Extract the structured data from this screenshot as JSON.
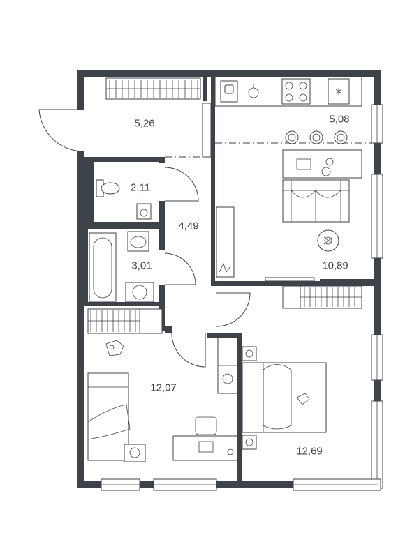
{
  "rooms": [
    {
      "id": "hall",
      "area": "5,26"
    },
    {
      "id": "wc",
      "area": "2,11"
    },
    {
      "id": "corridor",
      "area": "4,49"
    },
    {
      "id": "bathroom",
      "area": "3,01"
    },
    {
      "id": "kitchen-zone",
      "area": "5,08"
    },
    {
      "id": "living",
      "area": "10,89"
    },
    {
      "id": "bedroom-left",
      "area": "12,07"
    },
    {
      "id": "bedroom-right",
      "area": "12,69"
    }
  ],
  "colors": {
    "wall": "#3e4249",
    "background": "#ffffff"
  }
}
